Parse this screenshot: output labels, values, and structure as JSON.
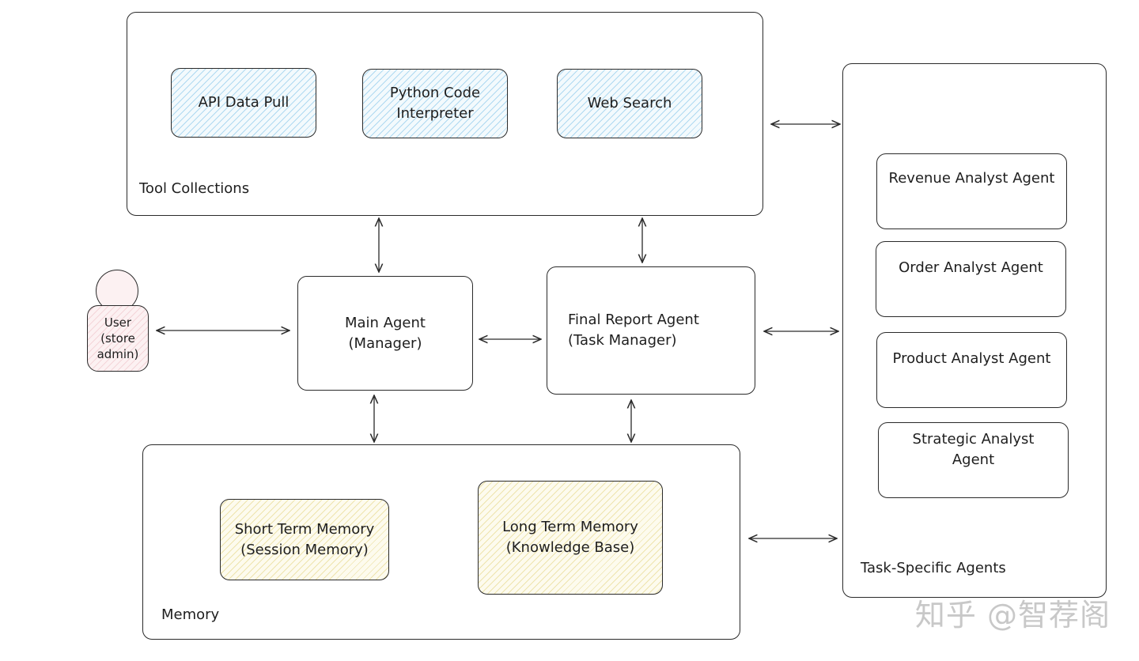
{
  "containers": {
    "tool_collections": {
      "label": "Tool Collections"
    },
    "memory": {
      "label": "Memory"
    },
    "task_specific_agents": {
      "label": "Task-Specific Agents"
    }
  },
  "tools": {
    "api_data_pull": "API Data Pull",
    "python_code_interpreter": "Python Code\nInterpreter",
    "web_search": "Web Search"
  },
  "agents": {
    "main_agent": "Main Agent\n(Manager)",
    "final_report_agent": "Final Report Agent\n(Task Manager)"
  },
  "user": {
    "label": "User\n(store\nadmin)"
  },
  "memory_items": {
    "short_term": "Short Term Memory\n(Session Memory)",
    "long_term": "Long Term Memory\n(Knowledge Base)"
  },
  "specialist_agents": {
    "revenue": "Revenue Analyst Agent",
    "order": "Order Analyst Agent",
    "product": "Product Analyst Agent",
    "strategic": "Strategic Analyst\nAgent"
  },
  "watermark": "知乎 @智荐阁",
  "colors": {
    "stroke": "#2a2a2a",
    "tool_fill": "#a5d8f0",
    "memory_fill": "#f0e6a0",
    "user_fill": "#fcf1f2"
  }
}
